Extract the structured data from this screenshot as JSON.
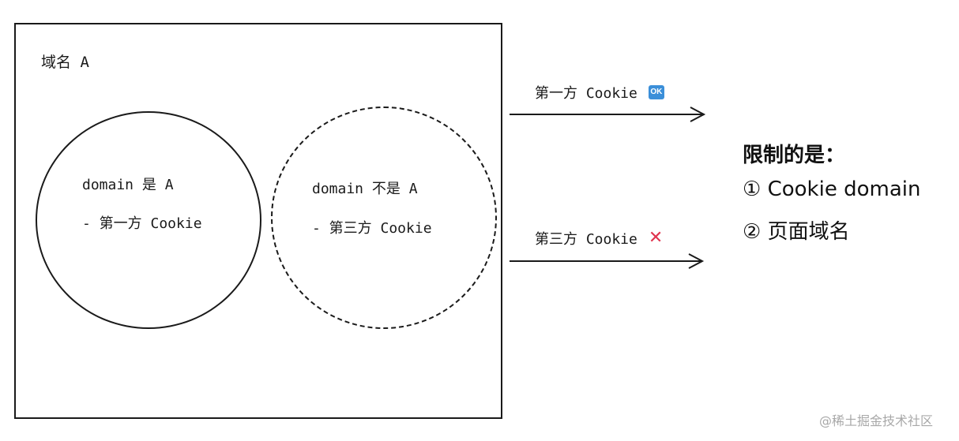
{
  "box": {
    "label": "域名 A"
  },
  "circles": {
    "first_party": {
      "line1": "domain 是 A",
      "line2": "- 第一方 Cookie"
    },
    "third_party": {
      "line1": "domain 不是 A",
      "line2": "- 第三方 Cookie"
    }
  },
  "arrows": {
    "first": {
      "label": "第一方 Cookie",
      "badge": "OK",
      "badge_color": "#3b8fd9"
    },
    "third": {
      "label": "第三方 Cookie",
      "mark": "✕",
      "mark_color": "#e0344f"
    }
  },
  "restrictions": {
    "title": "限制的是：",
    "item1": "① Cookie domain",
    "item2": "② 页面域名"
  },
  "watermark": "@稀土掘金技术社区"
}
